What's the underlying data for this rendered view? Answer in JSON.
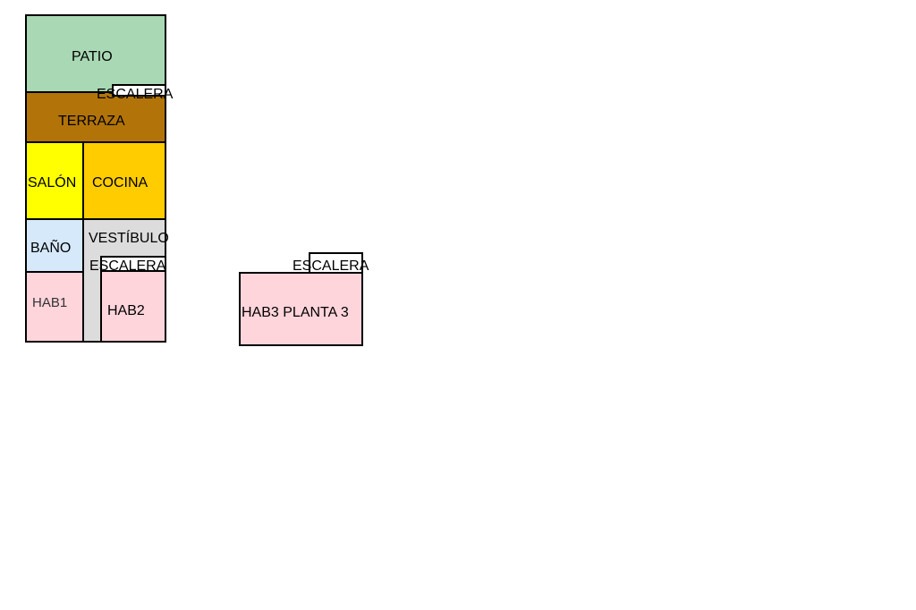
{
  "plan": {
    "rooms": {
      "patio": {
        "label": "PATIO",
        "color": "#a9d8b4"
      },
      "terraza": {
        "label": "TERRAZA",
        "color": "#b27409"
      },
      "salon": {
        "label": "SALÓN",
        "color": "#ffff00"
      },
      "cocina": {
        "label": "COCINA",
        "color": "#ffcc00"
      },
      "bano": {
        "label": "BAÑO",
        "color": "#d5e9fb"
      },
      "vestibulo": {
        "label": "VESTÍBULO",
        "color": "#dcdcdc"
      },
      "hab1": {
        "label": "HAB1",
        "color": "#ffd5dc"
      },
      "hab2": {
        "label": "HAB2",
        "color": "#ffd5dc"
      },
      "hab3": {
        "label": "HAB3 PLANTA 3",
        "color": "#ffd5dc"
      }
    },
    "stairs": [
      {
        "label": "ESCALERA"
      },
      {
        "label": "ESCALERA"
      },
      {
        "label": "ESCALERA"
      }
    ]
  }
}
